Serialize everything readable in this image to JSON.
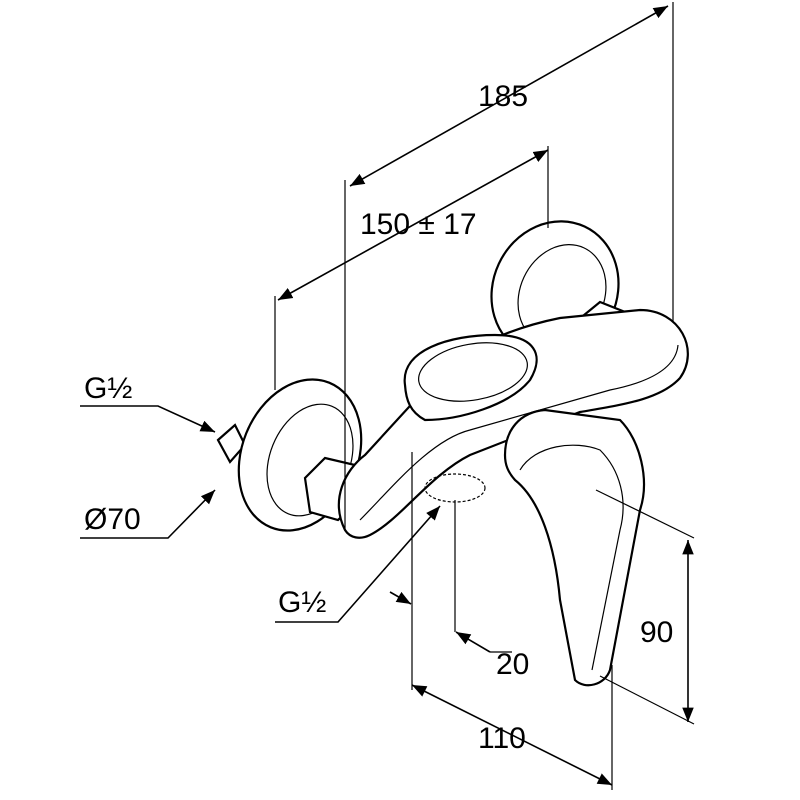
{
  "drawing": {
    "dimensions": {
      "overall_length": "185",
      "center_distance": "150 ± 17",
      "outlet_offset": "20",
      "lever_height": "90",
      "lever_depth": "110"
    },
    "callouts": {
      "inlet_thread": "G½",
      "escutcheon_diameter": "Ø70",
      "outlet_thread": "G½"
    }
  }
}
